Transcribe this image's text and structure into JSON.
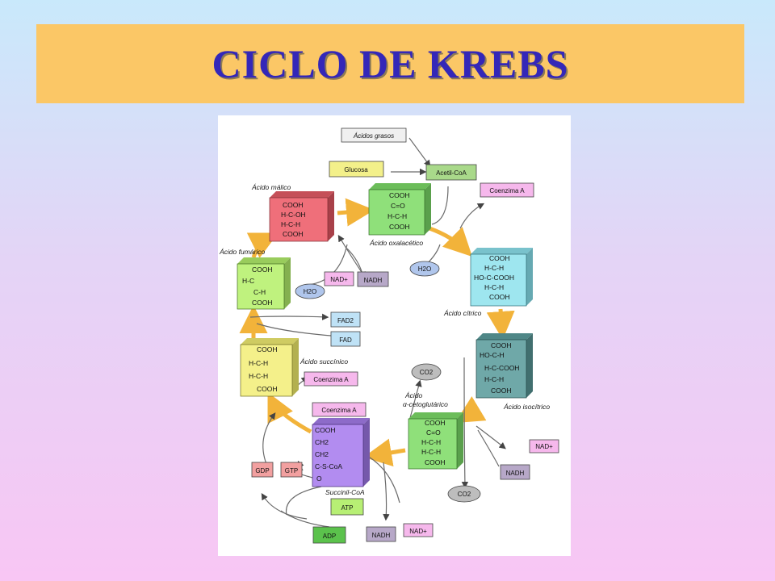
{
  "title": "CICLO DE KREBS",
  "inputs": {
    "acidos_grasos": "Ácidos grasos",
    "glucosa": "Glucosa",
    "acetil_coa": "Acetil-CoA"
  },
  "molecules": {
    "malico": {
      "name": "Ácido málico",
      "lines": [
        "COOH",
        "H-C-OH",
        "H-C-H",
        "COOH"
      ]
    },
    "oxalacetico": {
      "name": "Ácido oxalacético",
      "lines": [
        "COOH",
        "C=O",
        "H-C-H",
        "COOH"
      ]
    },
    "citrico": {
      "name": "Ácido cítrico",
      "lines": [
        "COOH",
        "H-C-H",
        "HO-C-COOH",
        "H-C-H",
        "COOH"
      ]
    },
    "isocitrico": {
      "name": "Ácido isocítrico",
      "lines": [
        "COOH",
        "HO-C-H",
        "H-C-COOH",
        "H-C-H",
        "COOH"
      ]
    },
    "acetoglutarico": {
      "name1": "Ácido",
      "name2": "α-cetoglutárico",
      "lines": [
        "COOH",
        "C=O",
        "H-C-H",
        "H-C-H",
        "COOH"
      ]
    },
    "succinilcoa": {
      "name": "Succinil-CoA",
      "lines": [
        "COOH",
        "CH2",
        "CH2",
        "C-S-CoA",
        "O"
      ]
    },
    "succinico": {
      "name": "Ácido succínico",
      "lines": [
        "COOH",
        "H-C-H",
        "H-C-H",
        "COOH"
      ]
    },
    "fumarico": {
      "name": "Ácido fumárico",
      "lines": [
        "COOH",
        "H-C",
        "C-H",
        "COOH"
      ]
    }
  },
  "cofactors": {
    "coenzima_a_top": "Coenzima A",
    "h2o_oxal": "H2O",
    "h2o_malico": "H2O",
    "nad_plus_malico": "NAD+",
    "nadh_malico": "NADH",
    "fad2": "FAD2",
    "fad": "FAD",
    "coenzima_a_succinico": "Coenzima A",
    "coenzima_a_succinil": "Coenzima A",
    "co2_cetoglutarico": "CO2",
    "nad_plus_isocitrico": "NAD+",
    "nadh_isocitrico": "NADH",
    "co2_isocitrico": "CO2",
    "gdp": "GDP",
    "gtp": "GTP",
    "atp": "ATP",
    "adp": "ADP",
    "nadh_succinil": "NADH",
    "nad_plus_succinil": "NAD+"
  },
  "colors": {
    "title_band": "#fbc766",
    "title_text": "#3427b8",
    "malico": "#ef6f7a",
    "oxalacetico": "#8fe07a",
    "citrico": "#9ee6ef",
    "isocitrico": "#6fa8a8",
    "acetoglutarico": "#8fe07a",
    "succinilcoa": "#b28cf0",
    "succinico": "#f4f08a",
    "fumarico": "#bff27e",
    "coenzima": "#f6b8ec",
    "nadh": "#b7a8c8",
    "fad": "#bfe2f6",
    "ellipse": "#b0c6ec",
    "co2": "#bdbdbd",
    "energy": "#b7ef74",
    "gdp": "#f2a0a0",
    "arrow": "#f2b33a"
  }
}
